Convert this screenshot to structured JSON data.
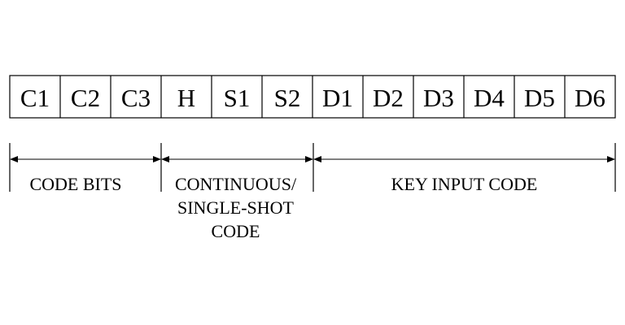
{
  "cells": [
    "C1",
    "C2",
    "C3",
    "H",
    "S1",
    "S2",
    "D1",
    "D2",
    "D3",
    "D4",
    "D5",
    "D6"
  ],
  "groups": [
    {
      "lines": [
        "CODE BITS"
      ],
      "from_cell": 0,
      "to_cell": 2
    },
    {
      "lines": [
        "CONTINUOUS/",
        "SINGLE-SHOT",
        "CODE"
      ],
      "from_cell": 3,
      "to_cell": 5
    },
    {
      "lines": [
        "KEY INPUT CODE"
      ],
      "from_cell": 6,
      "to_cell": 11
    }
  ],
  "colors": {
    "stroke": "#000000",
    "background": "#ffffff"
  }
}
